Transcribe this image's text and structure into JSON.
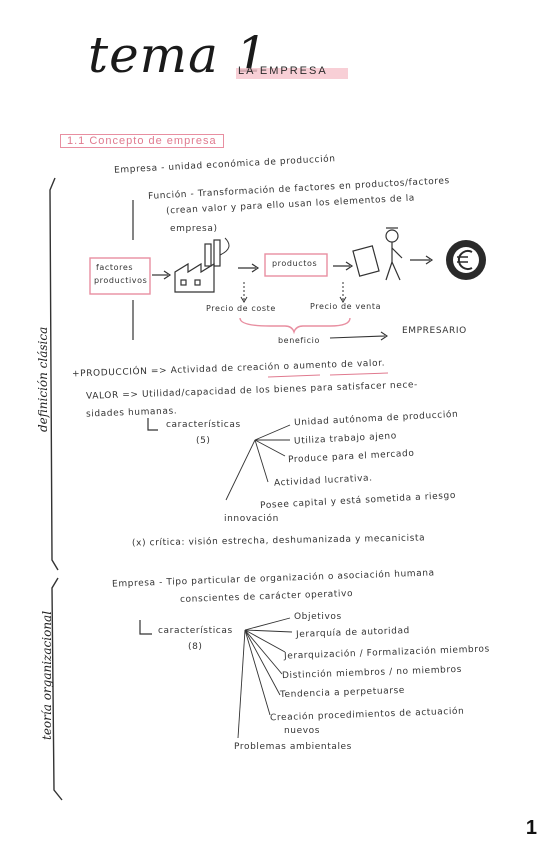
{
  "heading": {
    "title": "tema 1",
    "subtitle": "LA EMPRESA"
  },
  "section": {
    "label": "1.1 Concepto de empresa"
  },
  "side_labels": {
    "classic": "definición clásica",
    "organizational": "teoría organizacional"
  },
  "classic": {
    "line1": "Empresa - unidad económica de producción",
    "line2": "Función - Transformación de factores en productos/factores",
    "line3": "(crean valor y para ello usan los elementos de la",
    "line4": "empresa)",
    "box_factores_l1": "factores",
    "box_factores_l2": "productivos",
    "box_productos": "productos",
    "precio_coste": "Precio de coste",
    "precio_venta": "Precio de venta",
    "beneficio": "beneficio",
    "empresario": "EMPRESARIO",
    "produccion": "+PRODUCCIÓN => Actividad de creación o aumento de valor.",
    "valor": "VALOR => Utilidad/capacidad de los bienes para satisfacer nece-",
    "valor2": "sidades humanas.",
    "caracteristicas": "características",
    "caracteristicas_n": "(5)",
    "c1": "Unidad autónoma de producción",
    "c2": "Utiliza trabajo ajeno",
    "c3": "Produce para el mercado",
    "c4": "Actividad lucrativa.",
    "c5": "Posee capital y está sometida a riesgo",
    "innovacion": "innovación",
    "critica": "(x) crítica: visión estrecha, deshumanizada y mecanicista"
  },
  "organizational": {
    "line1": "Empresa - Tipo particular de organización o asociación humana",
    "line2": "conscientes de carácter operativo",
    "caracteristicas": "características",
    "caracteristicas_n": "(8)",
    "c1": "Objetivos",
    "c2": "Jerarquía de autoridad",
    "c3": "Jerarquización / Formalización miembros",
    "c4": "Distinción miembros / no miembros",
    "c5": "Tendencia a perpetuarse",
    "c6": "Creación procedimientos de actuación",
    "c6b": "nuevos",
    "c7": "Problemas ambientales"
  },
  "page_number": "1",
  "colors": {
    "accent_pink": "#e88fa1",
    "highlight": "#f7c7cf",
    "ink": "#2b2b2b"
  }
}
